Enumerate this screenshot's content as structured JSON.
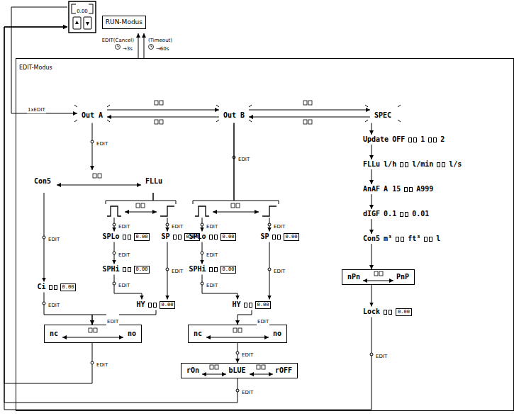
{
  "diagram": {
    "nodes": [
      {
        "text": [
          "RUN-Modus"
        ]
      },
      {
        "text": [
          "EDIT-Modus"
        ]
      },
      {
        "text": [
          "Out A"
        ],
        "in": 1
      },
      {
        "text": [
          "Out B"
        ],
        "in": 1
      },
      {
        "text": [
          "SPEC"
        ],
        "in": 1
      },
      {
        "text": [
          "Con5",
          "FLLu"
        ],
        "in": 1
      },
      {
        "text": [
          "Ci",
          "0.00"
        ],
        "in": 1
      },
      {
        "text": [
          "SPLo",
          "0.00"
        ],
        "in": 1
      },
      {
        "text": [
          "SPHi",
          "0.00"
        ],
        "in": 1
      },
      {
        "text": [
          "SP",
          "0.00"
        ],
        "in": 1
      },
      {
        "text": [
          "HY",
          "0.00"
        ],
        "in": 1
      },
      {
        "text": [
          "nc",
          "no"
        ],
        "in": 1
      },
      {
        "text": [
          "SPLo",
          "0.00"
        ],
        "in": 1
      },
      {
        "text": [
          "SPHi",
          "0.00"
        ],
        "in": 1
      },
      {
        "text": [
          "SP",
          "0.00"
        ],
        "in": 1
      },
      {
        "text": [
          "HY",
          "0.00"
        ],
        "in": 1
      },
      {
        "text": [
          "nc",
          "no"
        ],
        "in": 1
      },
      {
        "text": [
          "rOn",
          "bLUE",
          "rOFF"
        ],
        "in": 1
      },
      {
        "text": [
          "Update",
          "OFF",
          "1",
          "2"
        ],
        "in": 1
      },
      {
        "text": [
          "FLLu",
          "l/h",
          "l/min",
          "l/s"
        ],
        "in": 1
      },
      {
        "text": [
          "AnAF",
          "A 15",
          "A999"
        ],
        "in": 1
      },
      {
        "text": [
          "dIGF",
          "0.1",
          "0.01"
        ],
        "in": 1
      },
      {
        "text": [
          "Con5",
          "m³",
          "ft³",
          "l"
        ],
        "in": 1
      },
      {
        "text": [
          "nPn",
          "PnP"
        ],
        "in": 1
      },
      {
        "text": [
          "Lock",
          "0.00"
        ],
        "in": 1
      }
    ],
    "edges": [
      {
        "from": 0,
        "to": 2,
        "arrow": "to",
        "label": "1xEDIT"
      },
      {
        "from": 1,
        "to": 0,
        "arrow": "to"
      },
      {
        "from": 1,
        "to": 0,
        "arrow": "to"
      },
      {
        "from": 2,
        "to": 3,
        "arrow": "to"
      },
      {
        "from": 3,
        "to": 2,
        "arrow": "to"
      },
      {
        "from": 3,
        "to": 4,
        "arrow": "to"
      },
      {
        "from": 4,
        "to": 3,
        "arrow": "to"
      },
      {
        "from": 2,
        "to": 5,
        "arrow": "to",
        "label": "EDIT"
      },
      {
        "from": 5,
        "to": 6,
        "arrow": "to",
        "label": "EDIT"
      },
      {
        "from": 5,
        "to": 7,
        "arrow": "to",
        "label": "EDIT"
      },
      {
        "from": 5,
        "to": 9,
        "arrow": "to",
        "label": "EDIT"
      },
      {
        "from": 7,
        "to": 8,
        "arrow": "to",
        "label": "EDIT"
      },
      {
        "from": 8,
        "to": 10,
        "arrow": "to",
        "label": "EDIT"
      },
      {
        "from": 9,
        "to": 10,
        "arrow": "to",
        "label": "EDIT"
      },
      {
        "from": 6,
        "to": 11,
        "arrow": "to",
        "label": "EDIT"
      },
      {
        "from": 10,
        "to": 11,
        "arrow": "to",
        "label": "EDIT"
      },
      {
        "from": 11,
        "to": 0,
        "arrow": "to",
        "label": "EDIT"
      },
      {
        "from": 3,
        "to": 12,
        "arrow": "to",
        "label": "EDIT"
      },
      {
        "from": 3,
        "to": 14,
        "arrow": "to",
        "label": "EDIT"
      },
      {
        "from": 12,
        "to": 13,
        "arrow": "to",
        "label": "EDIT"
      },
      {
        "from": 13,
        "to": 15,
        "arrow": "to",
        "label": "EDIT"
      },
      {
        "from": 14,
        "to": 15,
        "arrow": "to",
        "label": "EDIT"
      },
      {
        "from": 15,
        "to": 16,
        "arrow": "to",
        "label": "EDIT"
      },
      {
        "from": 16,
        "to": 17,
        "arrow": "to",
        "label": "EDIT"
      },
      {
        "from": 17,
        "to": 0,
        "arrow": "to",
        "label": "EDIT"
      },
      {
        "from": 4,
        "to": 18,
        "arrow": "to"
      },
      {
        "from": 18,
        "to": 19,
        "arrow": "to"
      },
      {
        "from": 19,
        "to": 20,
        "arrow": "to"
      },
      {
        "from": 20,
        "to": 21,
        "arrow": "to"
      },
      {
        "from": 21,
        "to": 22,
        "arrow": "to"
      },
      {
        "from": 22,
        "to": 23,
        "arrow": "to"
      },
      {
        "from": 23,
        "to": 24,
        "arrow": "to"
      },
      {
        "from": 24,
        "to": 0,
        "arrow": "to",
        "label": "EDIT"
      }
    ],
    "labels": [
      "EDIT(Cancel)",
      "→3s",
      "(Timeout)",
      "→60s",
      "EDIT",
      "0.00"
    ]
  }
}
